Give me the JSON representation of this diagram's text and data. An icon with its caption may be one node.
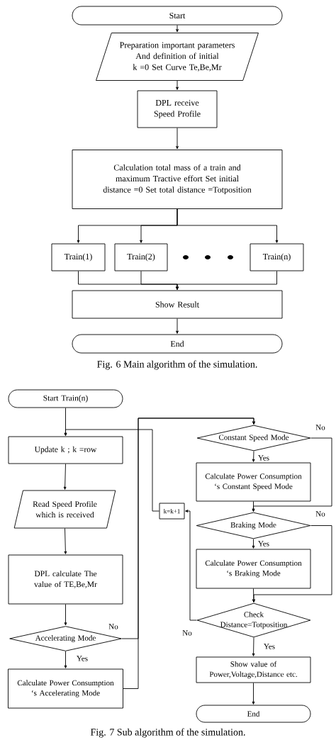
{
  "diagram": {
    "nodes": [
      {
        "text": [
          "Start"
        ]
      },
      {
        "text": [
          "Preparation important parameters And definition of initial k =0 Set Curve  Te,Be,Mr"
        ]
      },
      {
        "text": [
          "DPL receive Speed Profile"
        ]
      },
      {
        "text": [
          "Calculation total mass of a train and maximum Tractive effort Set initial distance =0 Set total distance =Totposition"
        ]
      },
      {
        "text": [
          "Train(1)"
        ]
      },
      {
        "text": [
          "Train(2)"
        ]
      },
      {
        "text": [
          "Train(n)"
        ]
      },
      {
        "text": [
          "Show Result"
        ]
      },
      {
        "text": [
          "End"
        ]
      },
      {
        "text": [
          "Start Train(n)"
        ]
      },
      {
        "text": [
          "Update k ; k =row"
        ]
      },
      {
        "text": [
          "Read Speed Profile which is received"
        ]
      },
      {
        "text": [
          "DPL calculate The value of TE,Be,Mr"
        ]
      },
      {
        "text": [
          "Accelerating Mode"
        ]
      },
      {
        "text": [
          "Calculate Power Consumption ‘s Accelerating Mode"
        ]
      },
      {
        "text": [
          "Constant Speed Mode"
        ]
      },
      {
        "text": [
          "Calculate Power Consumption ‘s Constant Speed Mode"
        ]
      },
      {
        "text": [
          "Braking Mode"
        ]
      },
      {
        "text": [
          "Calculate Power Consumption ‘s Braking Mode"
        ]
      },
      {
        "text": [
          "Check Distance=Totposition"
        ]
      },
      {
        "text": [
          "k=k+1"
        ]
      },
      {
        "text": [
          "Show value of Power,Voltage,Distance etc."
        ]
      },
      {
        "text": [
          "End"
        ]
      }
    ],
    "edges": [
      {
        "from": 0,
        "to": 1,
        "arrow": "to"
      },
      {
        "from": 1,
        "to": 2,
        "arrow": "to"
      },
      {
        "from": 2,
        "to": 3,
        "arrow": "to"
      },
      {
        "from": 3,
        "to": 4,
        "arrow": "to"
      },
      {
        "from": 3,
        "to": 5,
        "arrow": "to"
      },
      {
        "from": 3,
        "to": 6,
        "arrow": "to"
      },
      {
        "from": 4,
        "to": 7,
        "arrow": "to"
      },
      {
        "from": 5,
        "to": 7,
        "arrow": "to"
      },
      {
        "from": 6,
        "to": 7,
        "arrow": "to"
      },
      {
        "from": 7,
        "to": 8,
        "arrow": "to"
      },
      {
        "from": 9,
        "to": 10,
        "arrow": "to"
      },
      {
        "from": 10,
        "to": 11,
        "arrow": "to"
      },
      {
        "from": 11,
        "to": 12,
        "arrow": "to"
      },
      {
        "from": 12,
        "to": 13,
        "arrow": "to"
      },
      {
        "from": 13,
        "to": 14,
        "arrow": "to",
        "label": "Yes"
      },
      {
        "from": 13,
        "to": 15,
        "arrow": "to",
        "label": "No"
      },
      {
        "from": 14,
        "to": 15,
        "arrow": "to"
      },
      {
        "from": 15,
        "to": 16,
        "arrow": "to",
        "label": "Yes"
      },
      {
        "from": 15,
        "to": 17,
        "arrow": "to",
        "label": "No"
      },
      {
        "from": 16,
        "to": 17,
        "arrow": "to"
      },
      {
        "from": 17,
        "to": 18,
        "arrow": "to",
        "label": "Yes"
      },
      {
        "from": 17,
        "to": 19,
        "arrow": "to",
        "label": "No"
      },
      {
        "from": 18,
        "to": 19,
        "arrow": "to"
      },
      {
        "from": 19,
        "to": 20,
        "arrow": "to",
        "label": "No"
      },
      {
        "from": 20,
        "to": 10,
        "arrow": "to"
      },
      {
        "from": 19,
        "to": 21,
        "arrow": "to",
        "label": "Yes"
      },
      {
        "from": 21,
        "to": 22,
        "arrow": "to"
      }
    ],
    "labels": [
      "Fig. 6 Main algorithm of the simulation.",
      "Fig. 7 Sub algorithm of the simulation."
    ]
  }
}
